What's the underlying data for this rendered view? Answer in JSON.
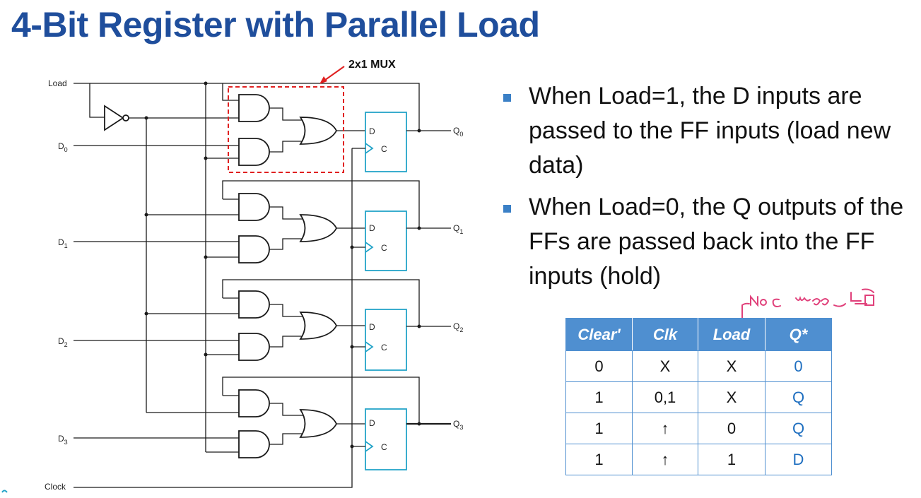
{
  "title": "4-Bit Register with Parallel Load",
  "diagram": {
    "mux_label": "2x1 MUX",
    "load_label": "Load",
    "clock_label": "Clock",
    "flipflop_d": "D",
    "flipflop_c": "C",
    "inputs": [
      "D",
      "D",
      "D",
      "D"
    ],
    "input_subscripts": [
      "0",
      "1",
      "2",
      "3"
    ],
    "outputs": [
      "Q",
      "Q",
      "Q",
      "Q"
    ],
    "output_subscripts": [
      "0",
      "1",
      "2",
      "3"
    ]
  },
  "bullets": [
    "When Load=1, the D inputs are passed to the FF inputs (load new data)",
    "When Load=0, the Q outputs of the FFs are passed back into the FF inputs (hold)"
  ],
  "table": {
    "headers": [
      "Clear'",
      "Clk",
      "Load",
      "Q*"
    ],
    "rows": [
      [
        "0",
        "X",
        "X",
        "0"
      ],
      [
        "1",
        "0,1",
        "X",
        "Q"
      ],
      [
        "1",
        "↑",
        "0",
        "Q"
      ],
      [
        "1",
        "↑",
        "1",
        "D"
      ]
    ]
  },
  "colors": {
    "title": "#1f4e9c",
    "flipflop_outline": "#25a4c8",
    "mux_box": "#e02020",
    "table_header": "#4f8fd0",
    "output_values": "#1f6fc0",
    "annotation": "#e0407a"
  }
}
